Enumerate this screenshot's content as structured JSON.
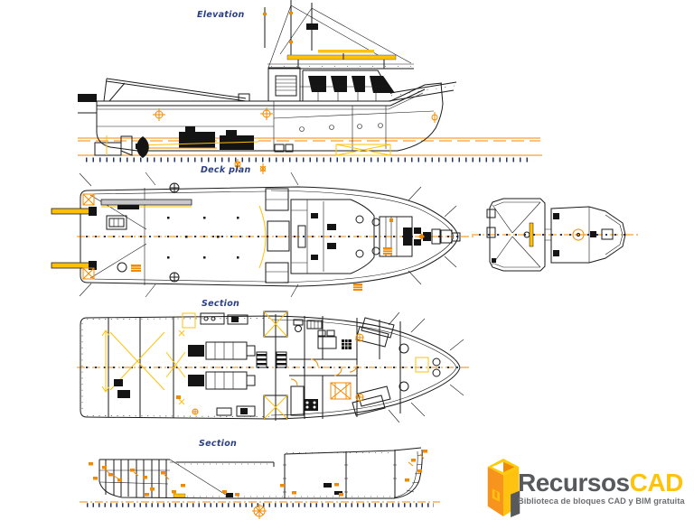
{
  "sheet": {
    "background": "#ffffff",
    "type": "naval CAD drawing, tugboat general arrangement"
  },
  "views": {
    "elevation": {
      "label": "Elevation"
    },
    "deck_plan": {
      "label": "Deck plan"
    },
    "section_plan": {
      "label": "Section"
    },
    "section_profile": {
      "label": "Section"
    }
  },
  "logo": {
    "brand_primary": "Recursos",
    "brand_accent": "CAD",
    "tagline": "Biblioteca de bloques CAD y BIM gratuita",
    "colors": {
      "primary_text": "#58595B",
      "accent_text": "#FFC20E",
      "tagline_text": "#6D6E71",
      "cube_orange": "#F7941D",
      "cube_yellow": "#FFC20E",
      "cube_dark": "#58595B"
    }
  },
  "drawing_colors": {
    "line_black": "#1A1A1A",
    "centerline_orange": "#F28A00",
    "accent_gold": "#FFC107",
    "frame_tick_navy": "#1F3864",
    "label_blue": "#2B3F85"
  }
}
